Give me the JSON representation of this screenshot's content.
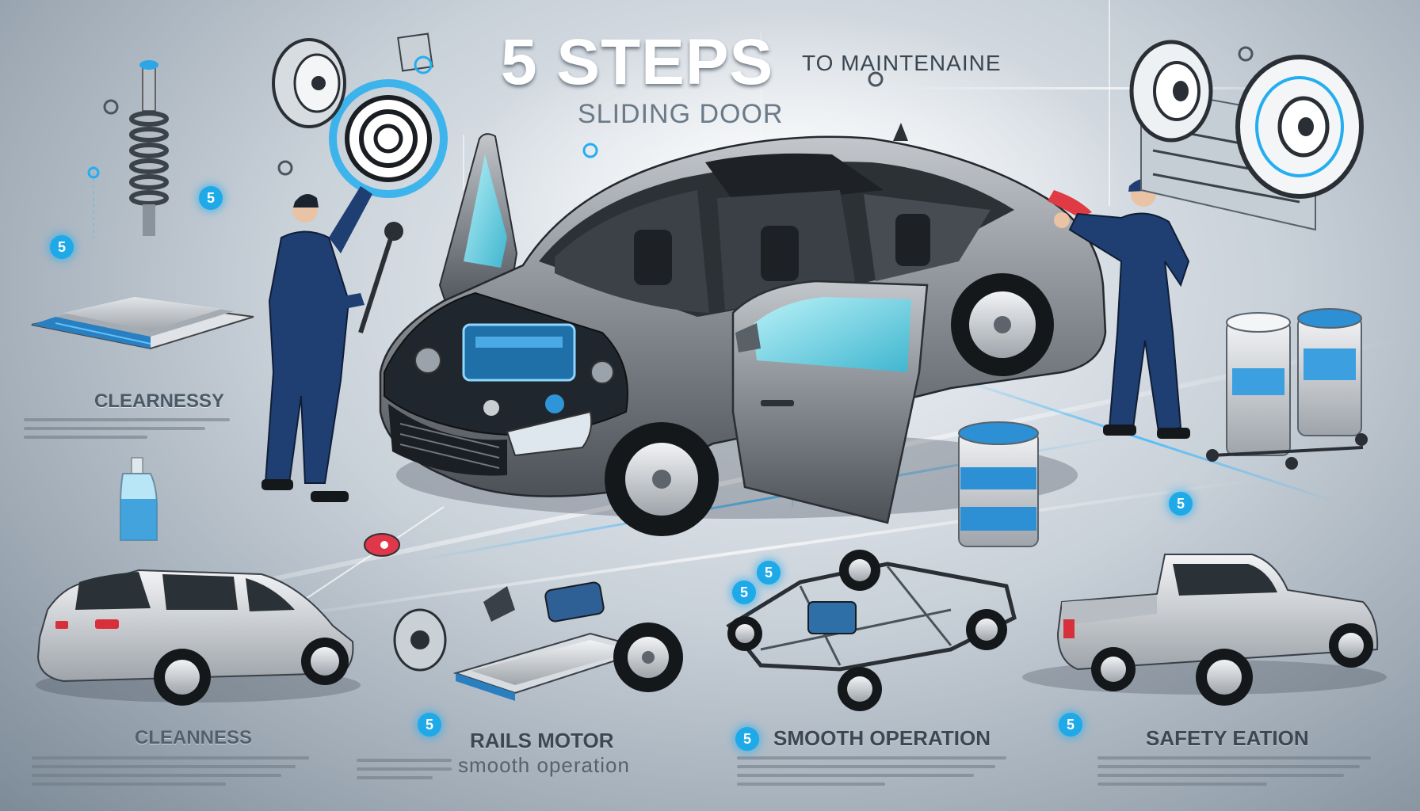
{
  "header": {
    "title_big": "5 STEPS",
    "title_small": "TO MAINTENAINE",
    "subtitle": "SLIDING DOOR"
  },
  "labels": {
    "clearnessy": "CLEARNESSY",
    "cleanness": "CLEANNESS",
    "rails_motor": "RAILS  MOTOR",
    "smooth_operation_lower": "smooth operation",
    "smooth_operation": "SMOOTH OPERATION",
    "safety_eation": "SAFETY EATION"
  },
  "badges": [
    "5",
    "5",
    "5",
    "5",
    "5",
    "5",
    "5",
    "5"
  ],
  "icons": [
    "sedan-car-icon",
    "mechanic-left-icon",
    "mechanic-right-icon",
    "suv-car-icon",
    "pickup-truck-icon",
    "car-chassis-icon",
    "cabin-filter-icon",
    "radiator-icon",
    "oil-barrel-icon",
    "fluid-bottle-icon",
    "spring-icon",
    "pulley-icon"
  ],
  "colors": {
    "accent": "#1ea9e8",
    "car_body": "#8e9399",
    "uniform": "#233f74",
    "background": "#b8c2cb"
  }
}
